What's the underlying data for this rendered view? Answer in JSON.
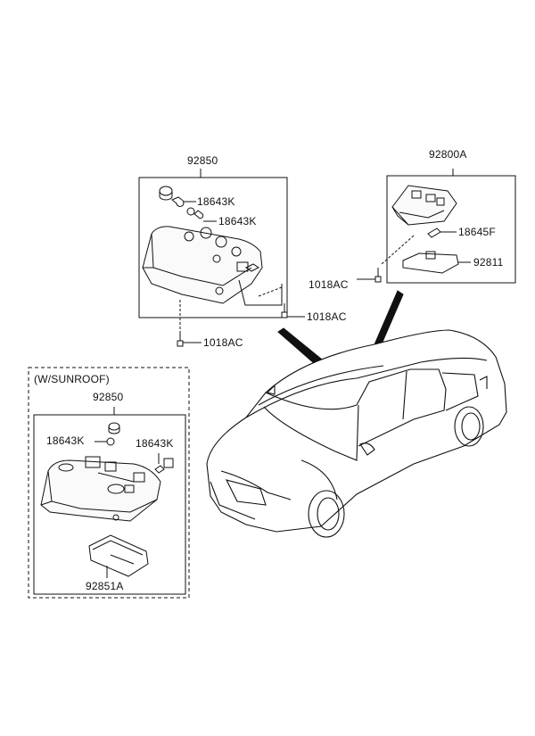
{
  "diagram": {
    "top_assembly": {
      "part_number": "92850",
      "bulb_upper": "18643K",
      "bulb_lower": "18643K",
      "screw_right": "1018AC",
      "screw_bottom": "1018AC"
    },
    "map_lamp": {
      "part_number": "92800A",
      "bulb": "18645F",
      "lens": "92811",
      "screw": "1018AC"
    },
    "sunroof_group": {
      "heading": "(W/SUNROOF)",
      "part_number": "92850",
      "bulb_left": "18643K",
      "bulb_right": "18643K",
      "lens": "92851A"
    }
  }
}
